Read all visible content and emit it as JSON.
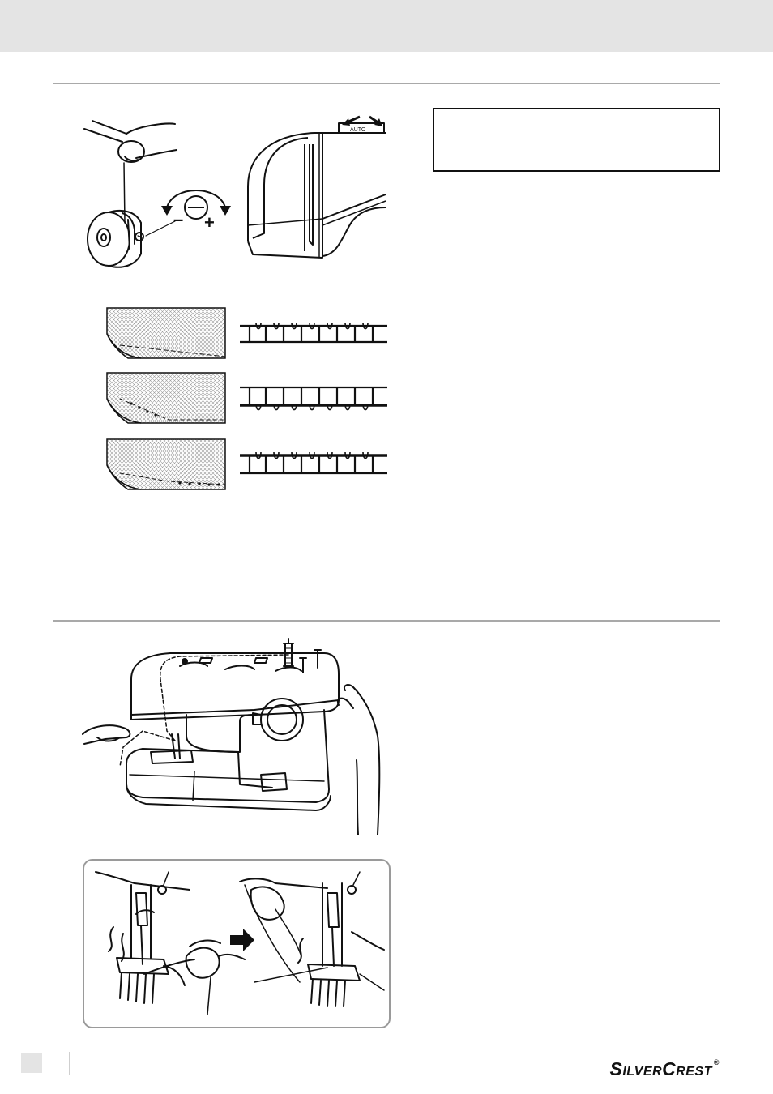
{
  "machine_label": "AUTO",
  "tension_signs": {
    "minus": "–",
    "plus": "+"
  },
  "brand": {
    "s": "S",
    "ilver": "ILVER",
    "c": "C",
    "rest": "REST",
    "reg": "®"
  },
  "colors": {
    "band": "#e4e4e4",
    "rule": "#a9a9a9",
    "ink": "#111111",
    "inset_border": "#9a9a9a"
  },
  "icons": [
    "bobbin-case-icon",
    "tension-dial-icon",
    "machine-side-icon",
    "stitch-diagram-icon",
    "sewing-machine-icon",
    "presser-foot-icon",
    "arrow-right-icon"
  ]
}
